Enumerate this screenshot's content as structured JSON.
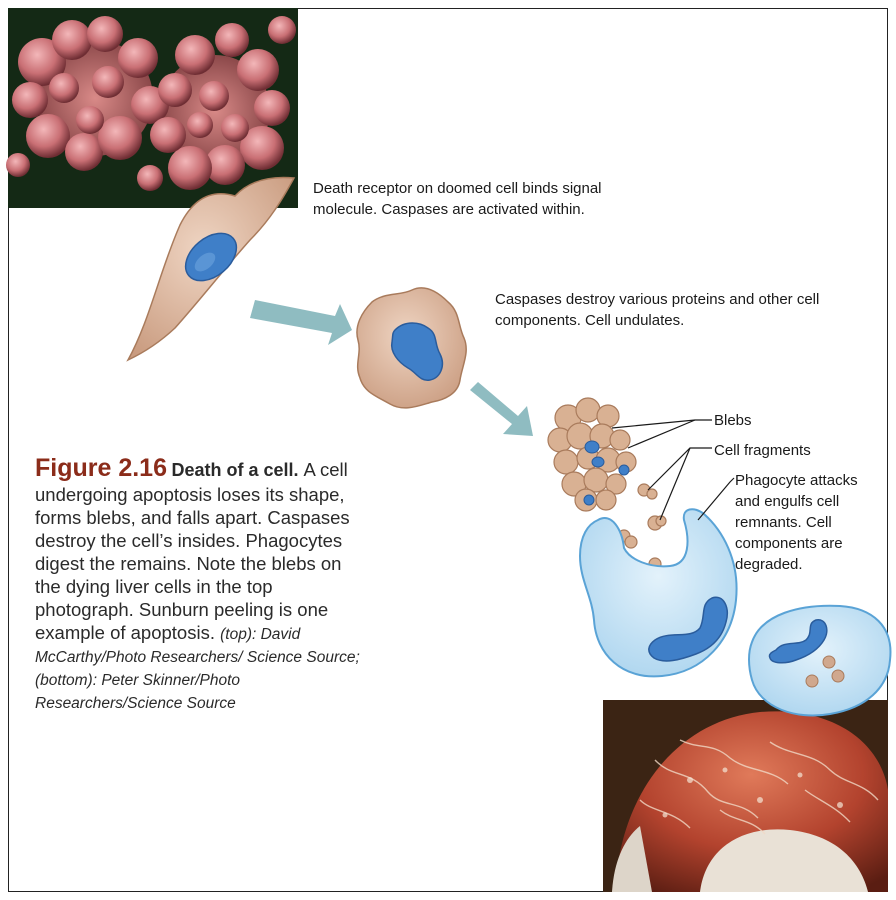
{
  "labels": {
    "step1": "Death receptor on doomed cell binds signal molecule. Caspases are activated within.",
    "step2": "Caspases destroy various proteins and other cell components. Cell undulates.",
    "blebs": "Blebs",
    "cell_fragments": "Cell fragments",
    "phagocyte": "Phagocyte attacks and engulfs cell remnants. Cell components are degraded."
  },
  "caption": {
    "figure_number": "Figure 2.16",
    "title": "Death of a cell.",
    "text": "A cell undergoing apoptosis loses its shape, forms blebs, and falls apart. Caspases destroy the cell’s insides. Phagocytes digest the remains. Note the blebs on the dying liver cells in the top photograph. Sunburn peeling is one example of apoptosis.",
    "credit": "(top): David McCarthy/Photo Researchers/ Science Source; (bottom): Peter Skinner/Photo Researchers/Science Source"
  },
  "colors": {
    "figure_number": "#8b2c1a",
    "arrow": "#8fbcc1",
    "cell_body": "#d9b193",
    "nucleus": "#3f7fc8",
    "phagocyte": "#bfe0f3"
  }
}
